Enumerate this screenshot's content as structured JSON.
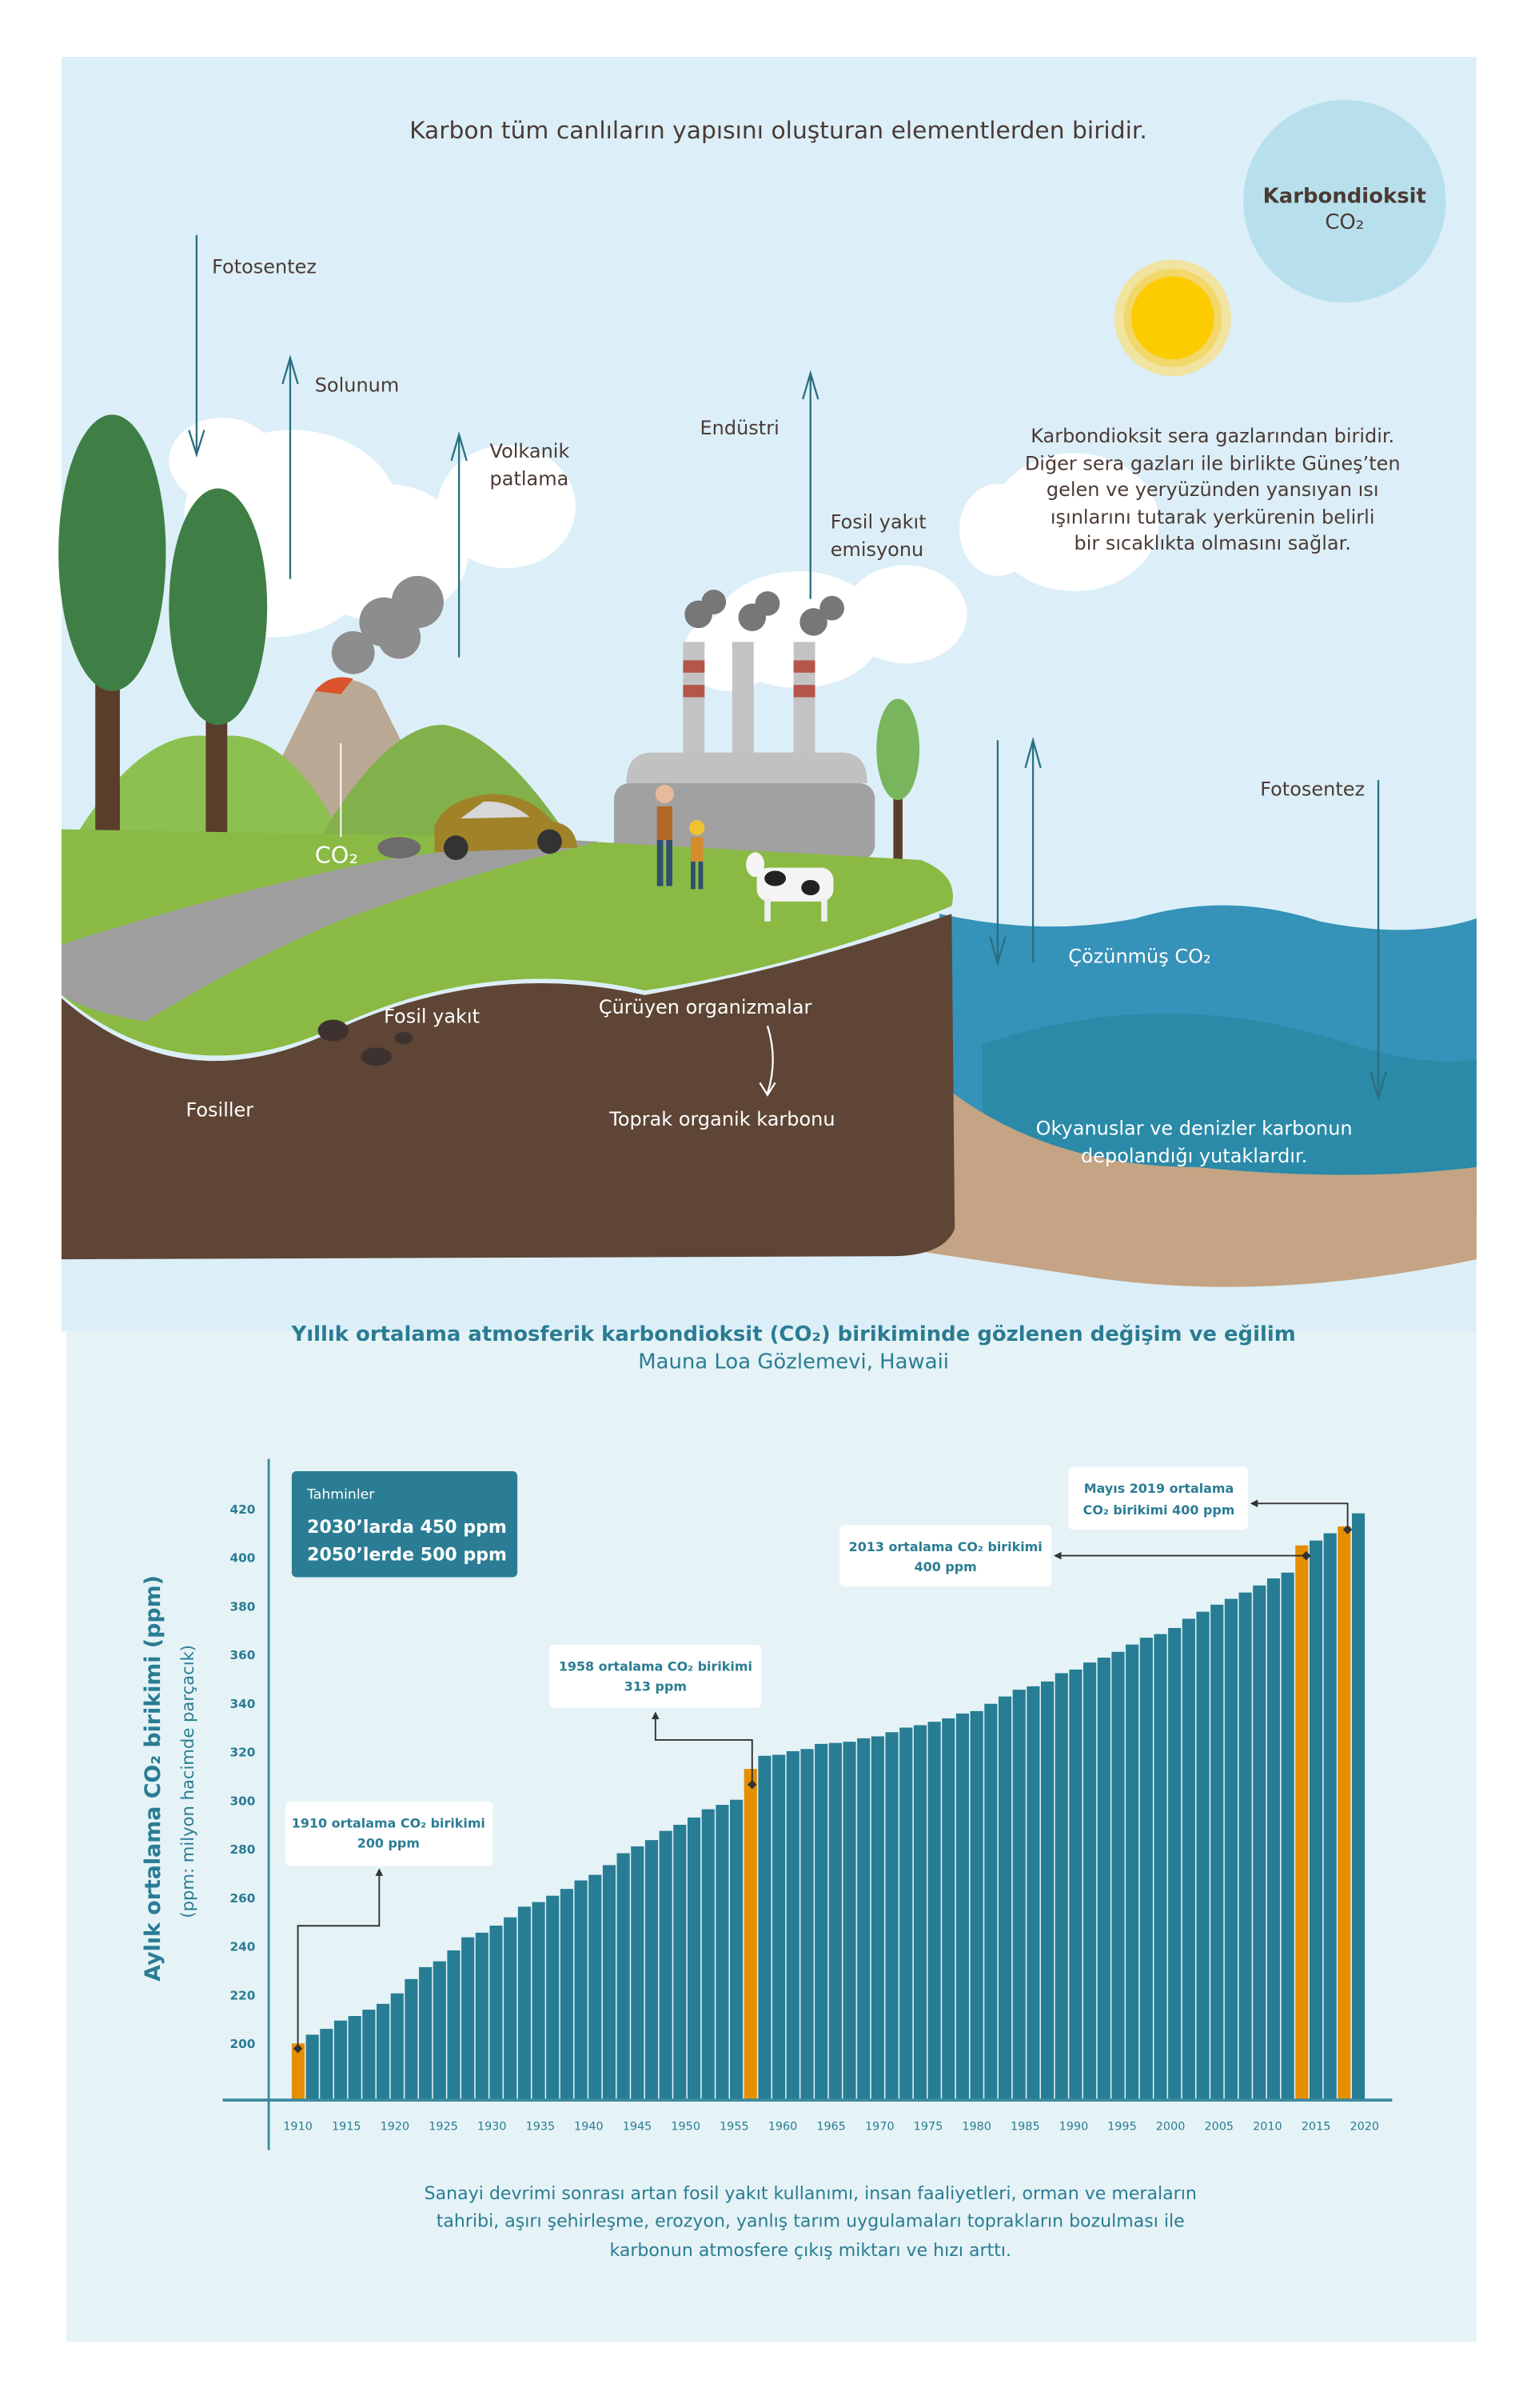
{
  "colors": {
    "sky": "#dceff8",
    "chart_bg": "#e5f3f7",
    "teal": "#2a7c93",
    "bar": "#277d94",
    "highlight": "#e58e00",
    "text_dark": "#4a3a34"
  },
  "illustration": {
    "title": "Karbon tüm canlıların yapısını oluşturan elementlerden biridir.",
    "co2_bubble": {
      "line1": "Karbondioksit",
      "line2": "CO₂"
    },
    "greenhouse_text": [
      "Karbondioksit sera gazlarından biridir.",
      "Diğer sera gazları ile birlikte  Güneş’ten",
      "gelen ve yeryüzünden yansıyan ısı",
      "ışınlarını tutarak yerkürenin belirli",
      "bir sıcaklıkta olmasını sağlar."
    ],
    "labels": {
      "photosynthesis_land": "Fotosentez",
      "respiration": "Solunum",
      "volcanic_1": "Volkanik",
      "volcanic_2": "patlama",
      "industry": "Endüstri",
      "fossil_emission_1": "Fosil yakıt",
      "fossil_emission_2": "emisyonu",
      "co2_car": "CO₂",
      "photosynthesis_ocean": "Fotosentez",
      "dissolved_co2": "Çözünmüş CO₂",
      "fossil_fuel": "Fosil yakıt",
      "fossils": "Fosiller",
      "decaying": "Çürüyen organizmalar",
      "soil_carbon": "Toprak organik karbonu",
      "ocean_1": "Okyanuslar ve denizler karbonun",
      "ocean_2": "depolandığı yutaklardır."
    }
  },
  "chart": {
    "title": "Yıllık ortalama atmosferik karbondioksit (CO₂) birikiminde gözlenen değişim ve eğilim",
    "subtitle": "Mauna Loa Gözlemevi, Hawaii",
    "forecast": {
      "heading": "Tahminler",
      "line1": "2030’larda 450 ppm",
      "line2": "2050’lerde 500 ppm"
    },
    "annotations": {
      "a1910": {
        "line1": "1910 ortalama CO₂ birikimi",
        "line2": "200 ppm"
      },
      "a1958": {
        "line1": "1958 ortalama CO₂ birikimi",
        "line2": "313 ppm"
      },
      "a2013": {
        "line1": "2013 ortalama CO₂ birikimi",
        "line2": "400 ppm"
      },
      "a2019": {
        "line1": "Mayıs 2019 ortalama",
        "line2": "CO₂ birikimi 400 ppm"
      }
    },
    "footer": [
      "Sanayi devrimi sonrası artan fosil yakıt kullanımı, insan faaliyetleri, orman ve meraların",
      "tahribi, aşırı şehirleşme, erozyon,  yanlış tarım uygulamaları toprakların bozulması ile",
      "karbonun atmosfere çıkış miktarı ve hızı arttı."
    ]
  },
  "chart_data": {
    "type": "bar",
    "title": "Yıllık ortalama atmosferik karbondioksit (CO₂) birikiminde gözlenen değişim ve eğilim",
    "ylabel": "Aylık ortalama CO₂ birikimi (ppm)",
    "ylabel_sub": "(ppm: milyon hacimde parçacık)",
    "xlabel": "",
    "ylim": [
      177,
      425
    ],
    "y_ticks": [
      "200",
      "220",
      "240",
      "260",
      "280",
      "300",
      "320",
      "340",
      "360",
      "380",
      "400",
      "420"
    ],
    "x_ticks": [
      "1910",
      "1915",
      "1920",
      "1925",
      "1930",
      "1935",
      "1940",
      "1945",
      "1950",
      "1955",
      "1960",
      "1965",
      "1970",
      "1975",
      "1980",
      "1985",
      "1990",
      "1995",
      "2000",
      "2005",
      "2010",
      "2015",
      "2020"
    ],
    "x_range": [
      1910,
      2020
    ],
    "values": [
      200,
      203.6,
      206,
      209.4,
      211.3,
      213.9,
      216.3,
      220.6,
      226.5,
      231.4,
      233.8,
      238.3,
      243.7,
      245.6,
      248.5,
      251.9,
      256.3,
      258.2,
      260.8,
      263.6,
      267.1,
      269.4,
      273.4,
      278.3,
      281.1,
      283.7,
      287.5,
      290,
      293,
      296.4,
      298.2,
      300.3,
      313,
      318.4,
      318.8,
      320.3,
      321.2,
      323.3,
      323.7,
      324.2,
      325.6,
      326.4,
      328.1,
      330,
      331,
      332.4,
      333.8,
      335.8,
      336.8,
      339.8,
      342.8,
      345.6,
      347,
      349,
      352.4,
      353.9,
      356.8,
      358.8,
      361.2,
      364.2,
      367,
      368.5,
      371,
      374.8,
      377.7,
      380.6,
      383,
      385.6,
      388.5,
      391.4,
      393.8,
      405,
      407,
      410,
      412.8,
      418.2
    ],
    "highlighted": [
      {
        "index": 0,
        "label": "1910"
      },
      {
        "index": 32,
        "label": "1958"
      },
      {
        "index": 71,
        "label": "2013"
      },
      {
        "index": 74,
        "label": "2019"
      }
    ],
    "grid": false,
    "legend": "none"
  }
}
